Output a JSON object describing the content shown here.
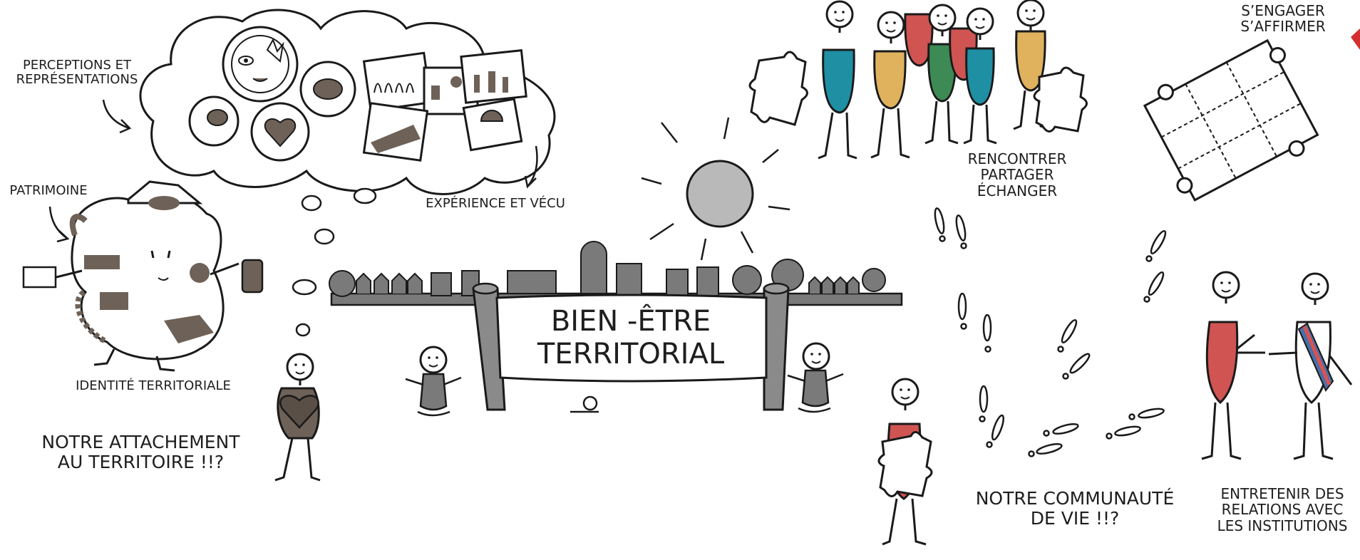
{
  "labels": {
    "perceptions": "PERCEPTIONS ET\nREPRÉSENTATIONS",
    "patrimoine": "PATRIMOINE",
    "experience": "EXPÉRIENCE ET VÉCU",
    "identite": "IDENTITÉ TERRITORIALE",
    "attachement": "NOTRE ATTACHEMENT\nAU TERRITOIRE !!?",
    "banner": "BIEN -ÊTRE\nTERRITORIAL",
    "rencontrer": "RENCONTRER\nPARTAGER\nÉCHANGER",
    "engager": "S’ENGAGER\nS’AFFIRMER",
    "communaute": "NOTRE COMMUNAUTÉ\nDE VIE !!?",
    "relations": "ENTRETENIR DES\nRELATIONS AVEC\nLES INSTITUTIONS"
  },
  "colors": {
    "ink": "#1a1a1a",
    "sun": "#b9b9b9",
    "skyline": "#7a7a7a",
    "terrain": "#6e6258",
    "teal": "#1f8fa3",
    "ochre": "#e0b25e",
    "red": "#d05452",
    "green": "#3d8a55",
    "sash_blue": "#4a6ea8",
    "sash_red": "#d9534f",
    "accent_red": "#d32f2f"
  }
}
